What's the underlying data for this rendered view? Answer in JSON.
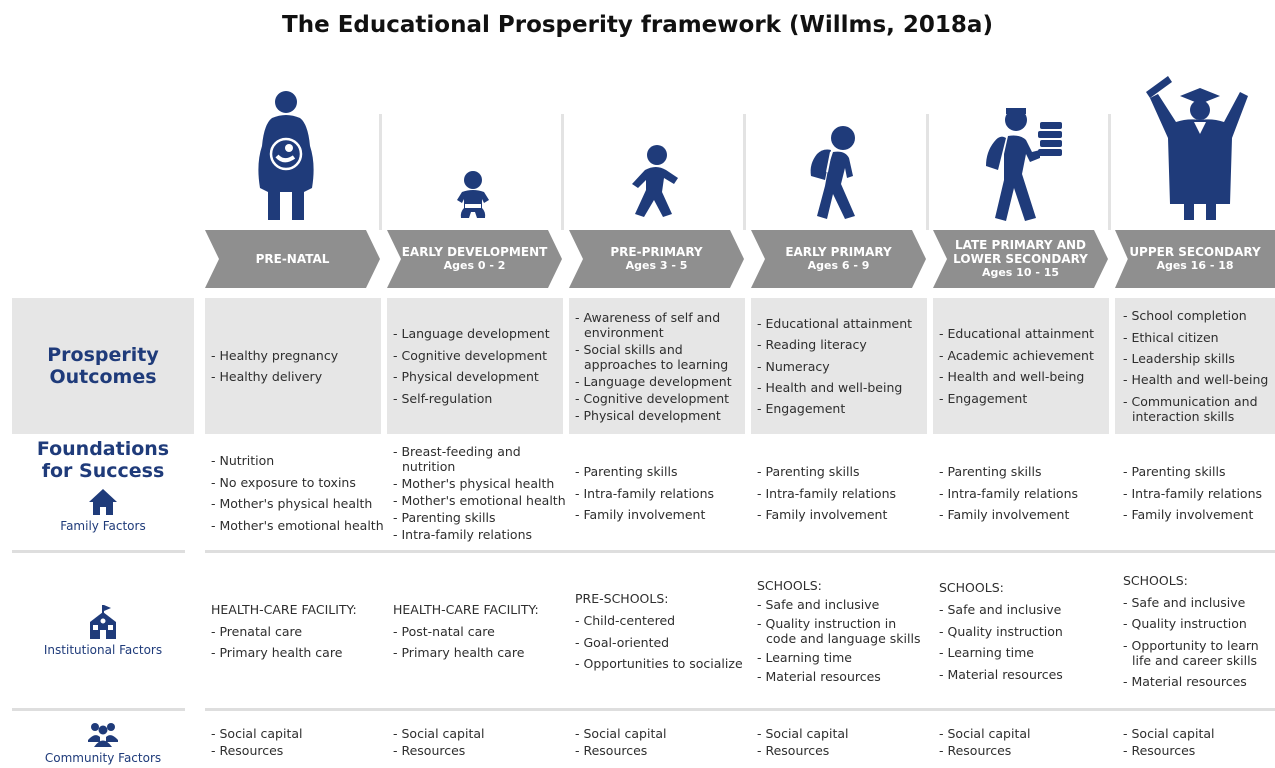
{
  "title": "The Educational Prosperity framework (Willms, 2018a)",
  "colors": {
    "navy": "#1f3b7a",
    "chevron": "#8f8f8f",
    "shade": "#e6e6e6"
  },
  "row_labels": {
    "prosperity_line1": "Prosperity",
    "prosperity_line2": "Outcomes",
    "foundations_line1": "Foundations",
    "foundations_line2": "for Success",
    "family": "Family Factors",
    "institutional": "Institutional Factors",
    "community": "Community Factors"
  },
  "stages": [
    {
      "icon": "pregnant-woman-icon",
      "name": "PRE-NATAL",
      "age": "",
      "outcomes": [
        "- Healthy pregnancy",
        "- Healthy delivery"
      ],
      "family": [
        "- Nutrition",
        "- No exposure to toxins",
        "- Mother's physical health",
        "- Mother's emotional health"
      ],
      "institutional_head": "HEALTH-CARE FACILITY:",
      "institutional": [
        "- Prenatal care",
        "- Primary health care"
      ],
      "community": [
        "- Social capital",
        "- Resources"
      ]
    },
    {
      "icon": "baby-icon",
      "name": "EARLY DEVELOPMENT",
      "age": "Ages 0 - 2",
      "outcomes": [
        "- Language development",
        "- Cognitive development",
        "- Physical development",
        "- Self-regulation"
      ],
      "family": [
        "- Breast-feeding and nutrition",
        "- Mother's physical health",
        "- Mother's emotional health",
        "- Parenting skills",
        "- Intra-family relations"
      ],
      "institutional_head": "HEALTH-CARE FACILITY:",
      "institutional": [
        "- Post-natal care",
        "- Primary health care"
      ],
      "community": [
        "- Social capital",
        "- Resources"
      ]
    },
    {
      "icon": "walking-child-icon",
      "name": "PRE-PRIMARY",
      "age": "Ages 3 - 5",
      "outcomes": [
        "- Awareness of self and environment",
        "- Social skills and approaches to learning",
        "- Language development",
        "- Cognitive development",
        "- Physical development"
      ],
      "family": [
        "- Parenting skills",
        "- Intra-family relations",
        "- Family involvement"
      ],
      "institutional_head": "PRE-SCHOOLS:",
      "institutional": [
        "- Child-centered",
        "- Goal-oriented",
        "- Opportunities to socialize"
      ],
      "community": [
        "- Social capital",
        "- Resources"
      ]
    },
    {
      "icon": "student-backpack-icon",
      "name": "EARLY PRIMARY",
      "age": "Ages 6 - 9",
      "outcomes": [
        "- Educational attainment",
        "- Reading literacy",
        "- Numeracy",
        "- Health and well-being",
        "- Engagement"
      ],
      "family": [
        "- Parenting skills",
        "- Intra-family relations",
        "- Family involvement"
      ],
      "institutional_head": "SCHOOLS:",
      "institutional": [
        "- Safe and inclusive",
        "- Quality instruction in code and language skills",
        "- Learning time",
        "- Material resources"
      ],
      "community": [
        "- Social capital",
        "- Resources"
      ]
    },
    {
      "icon": "student-books-icon",
      "name": "LATE PRIMARY AND LOWER SECONDARY",
      "age": "Ages 10 - 15",
      "outcomes": [
        "- Educational attainment",
        "- Academic achievement",
        "- Health and well-being",
        "- Engagement"
      ],
      "family": [
        "- Parenting skills",
        "- Intra-family relations",
        "- Family involvement"
      ],
      "institutional_head": "SCHOOLS:",
      "institutional": [
        "- Safe and inclusive",
        "- Quality instruction",
        "- Learning time",
        "- Material resources"
      ],
      "community": [
        "- Social capital",
        "- Resources"
      ]
    },
    {
      "icon": "graduate-icon",
      "name": "UPPER SECONDARY",
      "age": "Ages 16 - 18",
      "outcomes": [
        "- School completion",
        "- Ethical citizen",
        "- Leadership skills",
        "- Health and well-being",
        "- Communication and interaction skills"
      ],
      "family": [
        "- Parenting skills",
        "- Intra-family relations",
        "- Family involvement"
      ],
      "institutional_head": "SCHOOLS:",
      "institutional": [
        "- Safe and inclusive",
        "- Quality instruction",
        "- Opportunity to learn life and career skills",
        "- Material resources"
      ],
      "community": [
        "- Social capital",
        "- Resources"
      ]
    }
  ]
}
